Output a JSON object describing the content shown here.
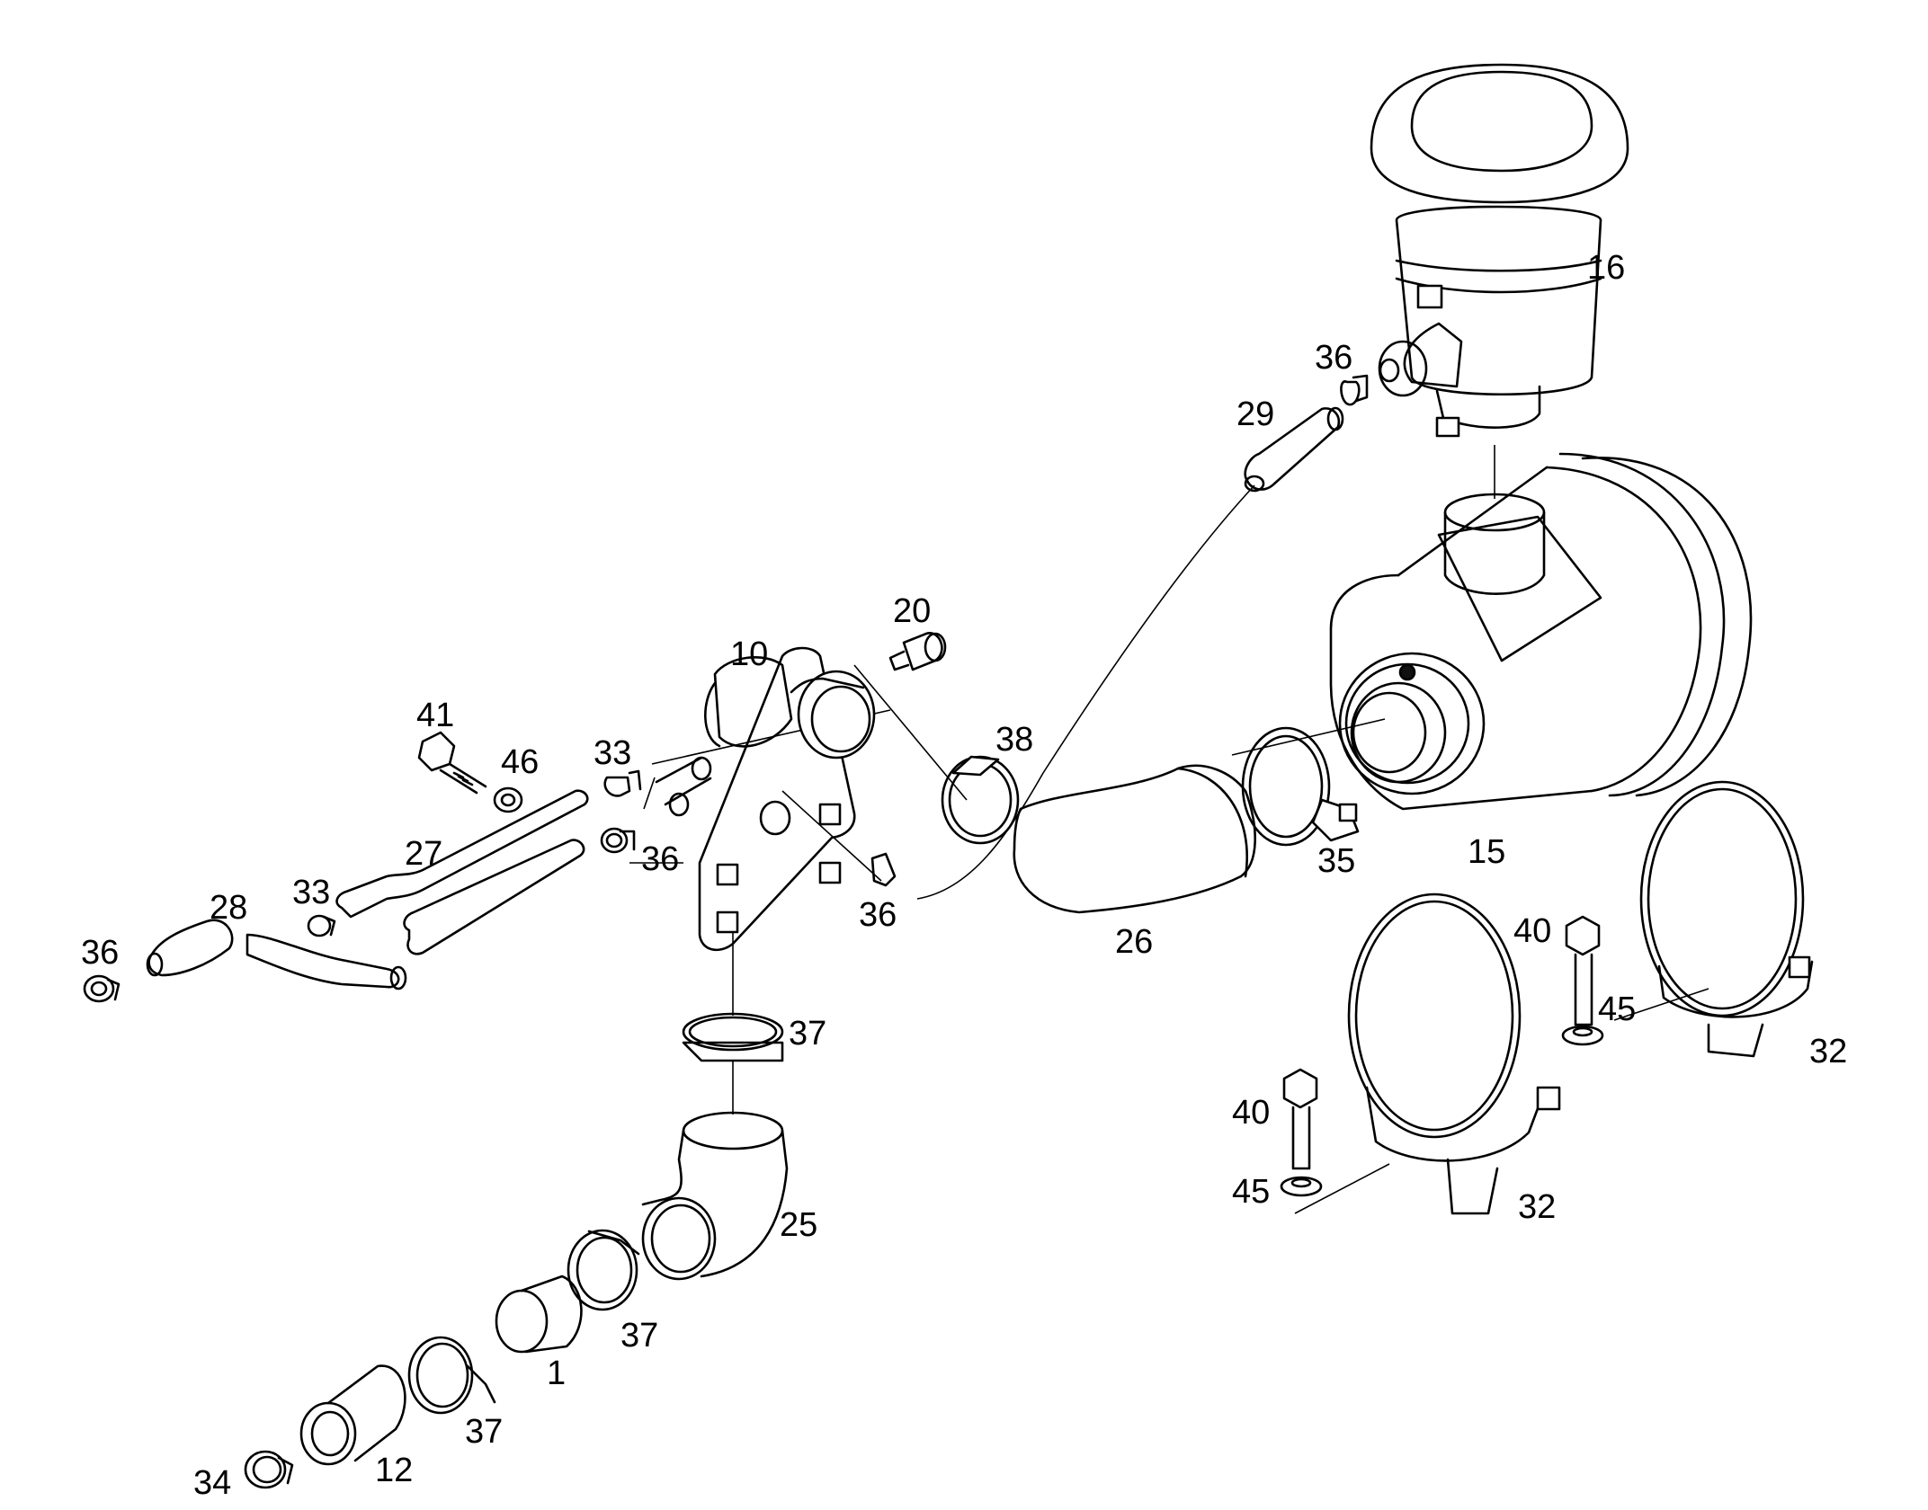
{
  "callouts": [
    {
      "id": "c16",
      "text": "16"
    },
    {
      "id": "c36a",
      "text": "36"
    },
    {
      "id": "c29",
      "text": "29"
    },
    {
      "id": "c20",
      "text": "20"
    },
    {
      "id": "c10",
      "text": "10"
    },
    {
      "id": "c38",
      "text": "38"
    },
    {
      "id": "c41",
      "text": "41"
    },
    {
      "id": "c46",
      "text": "46"
    },
    {
      "id": "c33a",
      "text": "33"
    },
    {
      "id": "c27",
      "text": "27"
    },
    {
      "id": "c36b",
      "text": "36"
    },
    {
      "id": "c28",
      "text": "28"
    },
    {
      "id": "c33b",
      "text": "33"
    },
    {
      "id": "c36c",
      "text": "36"
    },
    {
      "id": "c36d",
      "text": "36"
    },
    {
      "id": "c35",
      "text": "35"
    },
    {
      "id": "c15",
      "text": "15"
    },
    {
      "id": "c26",
      "text": "26"
    },
    {
      "id": "c37a",
      "text": "37"
    },
    {
      "id": "c40a",
      "text": "40"
    },
    {
      "id": "c45a",
      "text": "45"
    },
    {
      "id": "c32a",
      "text": "32"
    },
    {
      "id": "c40b",
      "text": "40"
    },
    {
      "id": "c45b",
      "text": "45"
    },
    {
      "id": "c32b",
      "text": "32"
    },
    {
      "id": "c25",
      "text": "25"
    },
    {
      "id": "c37b",
      "text": "37"
    },
    {
      "id": "c1",
      "text": "1"
    },
    {
      "id": "c37c",
      "text": "37"
    },
    {
      "id": "c12",
      "text": "12"
    },
    {
      "id": "c34",
      "text": "34"
    }
  ]
}
